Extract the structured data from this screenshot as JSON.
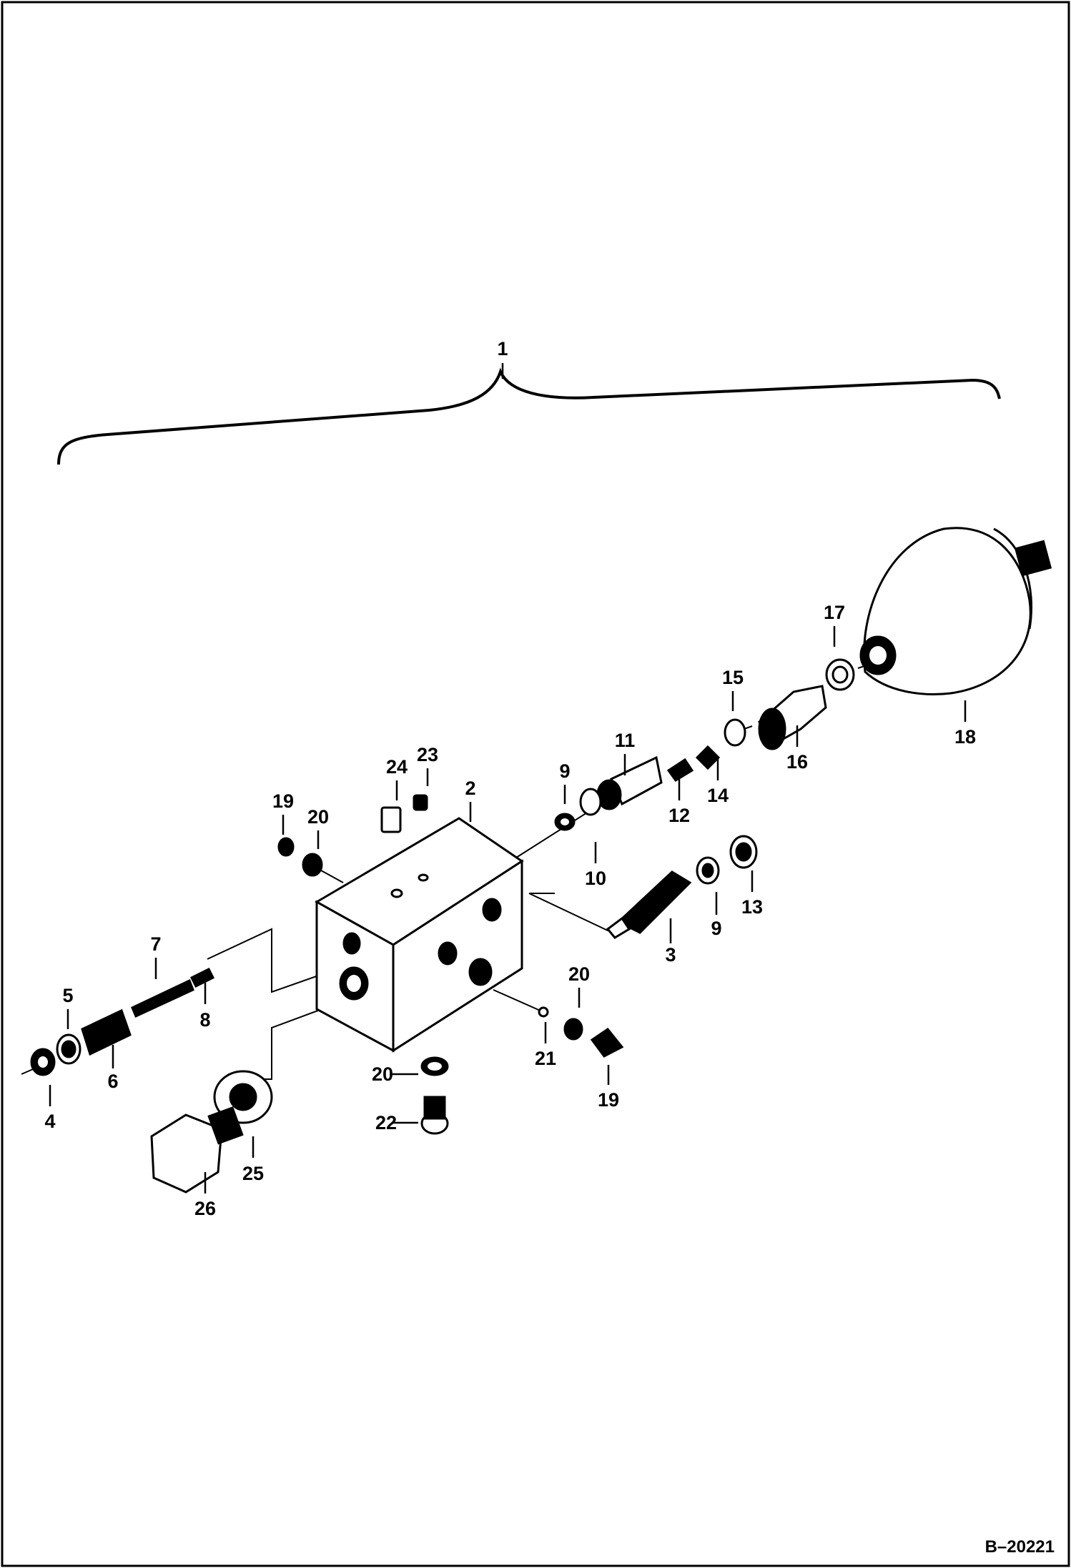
{
  "figure_id": "B–20221",
  "assembly_label": "1",
  "callouts": [
    {
      "id": "p1",
      "text": "1"
    },
    {
      "id": "p2",
      "text": "2"
    },
    {
      "id": "p3",
      "text": "3"
    },
    {
      "id": "p4",
      "text": "4"
    },
    {
      "id": "p5",
      "text": "5"
    },
    {
      "id": "p6",
      "text": "6"
    },
    {
      "id": "p7",
      "text": "7"
    },
    {
      "id": "p8",
      "text": "8"
    },
    {
      "id": "p9a",
      "text": "9"
    },
    {
      "id": "p9b",
      "text": "9"
    },
    {
      "id": "p10",
      "text": "10"
    },
    {
      "id": "p11",
      "text": "11"
    },
    {
      "id": "p12",
      "text": "12"
    },
    {
      "id": "p13",
      "text": "13"
    },
    {
      "id": "p14",
      "text": "14"
    },
    {
      "id": "p15",
      "text": "15"
    },
    {
      "id": "p16",
      "text": "16"
    },
    {
      "id": "p17",
      "text": "17"
    },
    {
      "id": "p18",
      "text": "18"
    },
    {
      "id": "p19a",
      "text": "19"
    },
    {
      "id": "p19b",
      "text": "19"
    },
    {
      "id": "p20a",
      "text": "20"
    },
    {
      "id": "p20b",
      "text": "20"
    },
    {
      "id": "p20c",
      "text": "20"
    },
    {
      "id": "p21",
      "text": "21"
    },
    {
      "id": "p22",
      "text": "22"
    },
    {
      "id": "p23",
      "text": "23"
    },
    {
      "id": "p24",
      "text": "24"
    },
    {
      "id": "p25",
      "text": "25"
    },
    {
      "id": "p26",
      "text": "26"
    }
  ]
}
